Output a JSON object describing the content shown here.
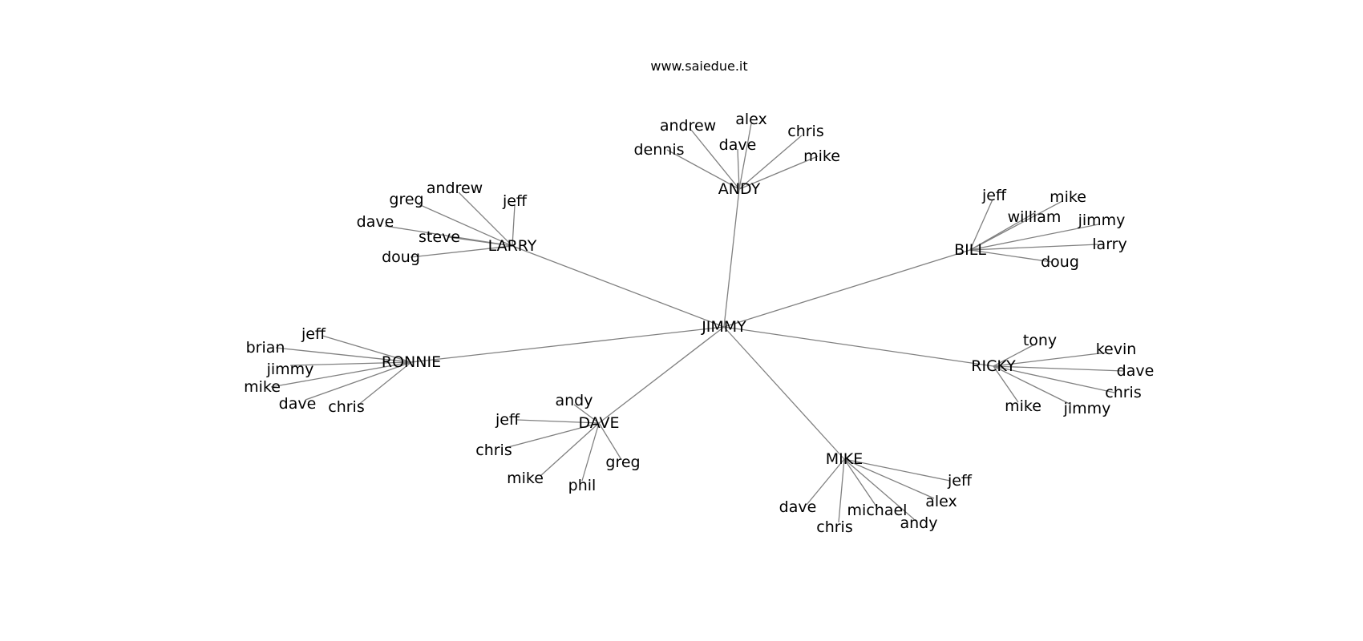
{
  "title": "www.saiedue.it",
  "colors": {
    "edge": "#808080",
    "text": "#000000",
    "background": "#ffffff"
  },
  "root": "JIMMY",
  "groups": [
    {
      "hub": "ANDY",
      "leaves": [
        "dennis",
        "andrew",
        "dave",
        "alex",
        "chris",
        "mike"
      ]
    },
    {
      "hub": "LARRY",
      "leaves": [
        "andrew",
        "greg",
        "jeff",
        "dave",
        "steve",
        "doug"
      ]
    },
    {
      "hub": "BILL",
      "leaves": [
        "jeff",
        "mike",
        "william",
        "jimmy",
        "larry",
        "doug"
      ]
    },
    {
      "hub": "RONNIE",
      "leaves": [
        "jeff",
        "brian",
        "jimmy",
        "mike",
        "dave",
        "chris"
      ]
    },
    {
      "hub": "RICKY",
      "leaves": [
        "tony",
        "kevin",
        "dave",
        "chris",
        "jimmy",
        "mike"
      ]
    },
    {
      "hub": "DAVE",
      "leaves": [
        "andy",
        "jeff",
        "chris",
        "mike",
        "phil",
        "greg"
      ]
    },
    {
      "hub": "MIKE",
      "leaves": [
        "jeff",
        "alex",
        "andy",
        "michael",
        "chris",
        "dave"
      ]
    }
  ]
}
